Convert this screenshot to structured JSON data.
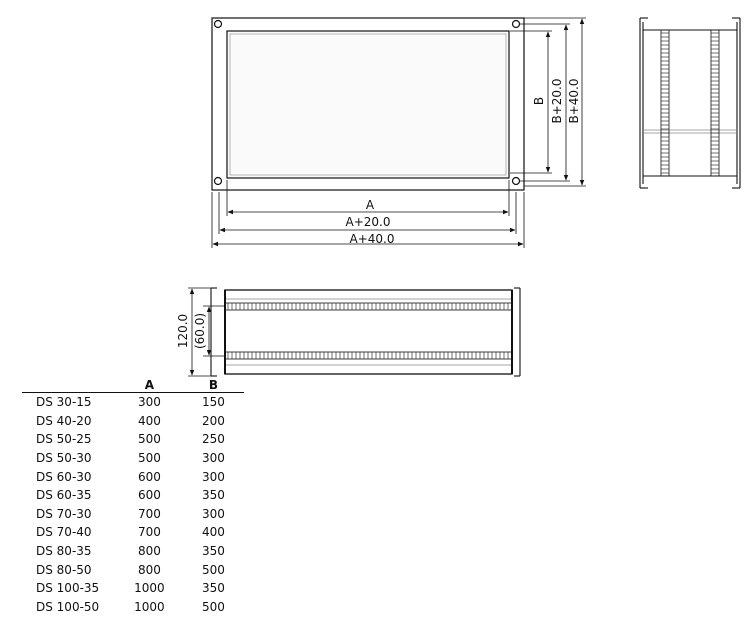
{
  "drawing": {
    "front_view": {
      "dim_width_inner": "A",
      "dim_width_mid": "A+20.0",
      "dim_width_outer": "A+40.0",
      "dim_height_inner": "B",
      "dim_height_mid": "B+20.0",
      "dim_height_outer": "B+40.0"
    },
    "side_view": {
      "dim_height_total": "120.0",
      "dim_height_inner": "(60.0)"
    }
  },
  "table": {
    "headers": [
      "",
      "A",
      "B"
    ],
    "rows": [
      {
        "name": "DS 30-15",
        "a": "300",
        "b": "150"
      },
      {
        "name": "DS 40-20",
        "a": "400",
        "b": "200"
      },
      {
        "name": "DS 50-25",
        "a": "500",
        "b": "250"
      },
      {
        "name": "DS 50-30",
        "a": "500",
        "b": "300"
      },
      {
        "name": "DS 60-30",
        "a": "600",
        "b": "300"
      },
      {
        "name": "DS 60-35",
        "a": "600",
        "b": "350"
      },
      {
        "name": "DS 70-30",
        "a": "700",
        "b": "300"
      },
      {
        "name": "DS 70-40",
        "a": "700",
        "b": "400"
      },
      {
        "name": "DS 80-35",
        "a": "800",
        "b": "350"
      },
      {
        "name": "DS 80-50",
        "a": "800",
        "b": "500"
      },
      {
        "name": "DS 100-35",
        "a": "1000",
        "b": "350"
      },
      {
        "name": "DS 100-50",
        "a": "1000",
        "b": "500"
      }
    ]
  }
}
